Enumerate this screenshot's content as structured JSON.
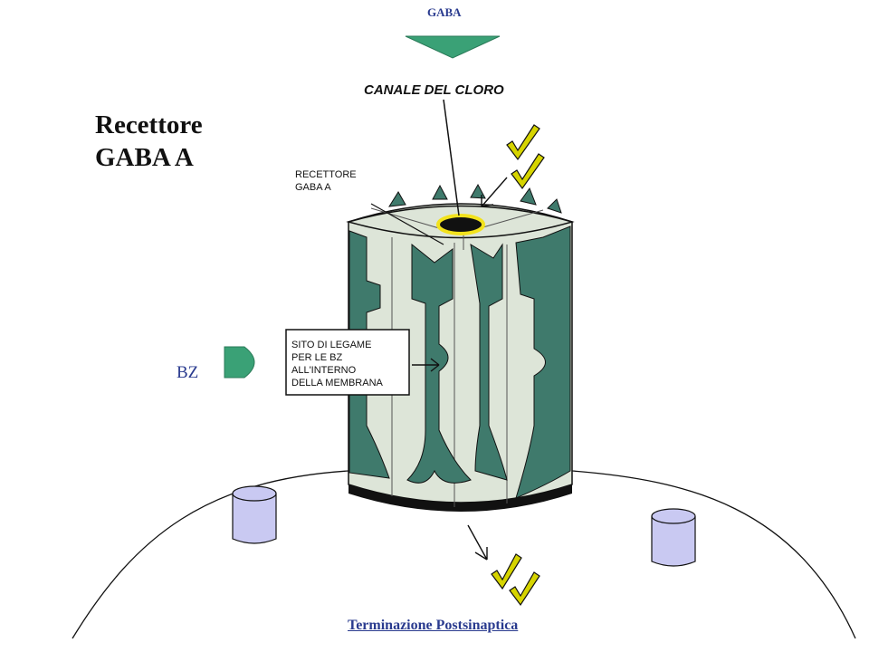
{
  "slide": {
    "title": "Recettore\nGABA A",
    "gaba_label": "GABA",
    "bz_label": "BZ",
    "footer": "Terminazione Postsinaptica"
  },
  "figure": {
    "chloride_channel_label": "CANALE DEL CLORO",
    "receptor_label_line1": "RECETTORE",
    "receptor_label_line2": "GABA A",
    "binding_site_lines": [
      "SITO DI LEGAME",
      "PER LE BZ",
      "ALL'INTERNO",
      "DELLA MEMBRANA"
    ]
  },
  "colors": {
    "receptor_green": "#3f7a6c",
    "receptor_light": "#dde5d8",
    "gaba_triangle": "#3aa176",
    "bz_shape": "#3aa176",
    "channel_ring": "#f2e21c",
    "vesicle_fill": "#c9c9f2",
    "check_color": "#d6d400",
    "text_blue": "#2a3b8f"
  },
  "icons": [
    "gaba-triangle-icon",
    "bz-ligand-icon",
    "check-icon",
    "vesicle-icon",
    "arrow-icon"
  ]
}
